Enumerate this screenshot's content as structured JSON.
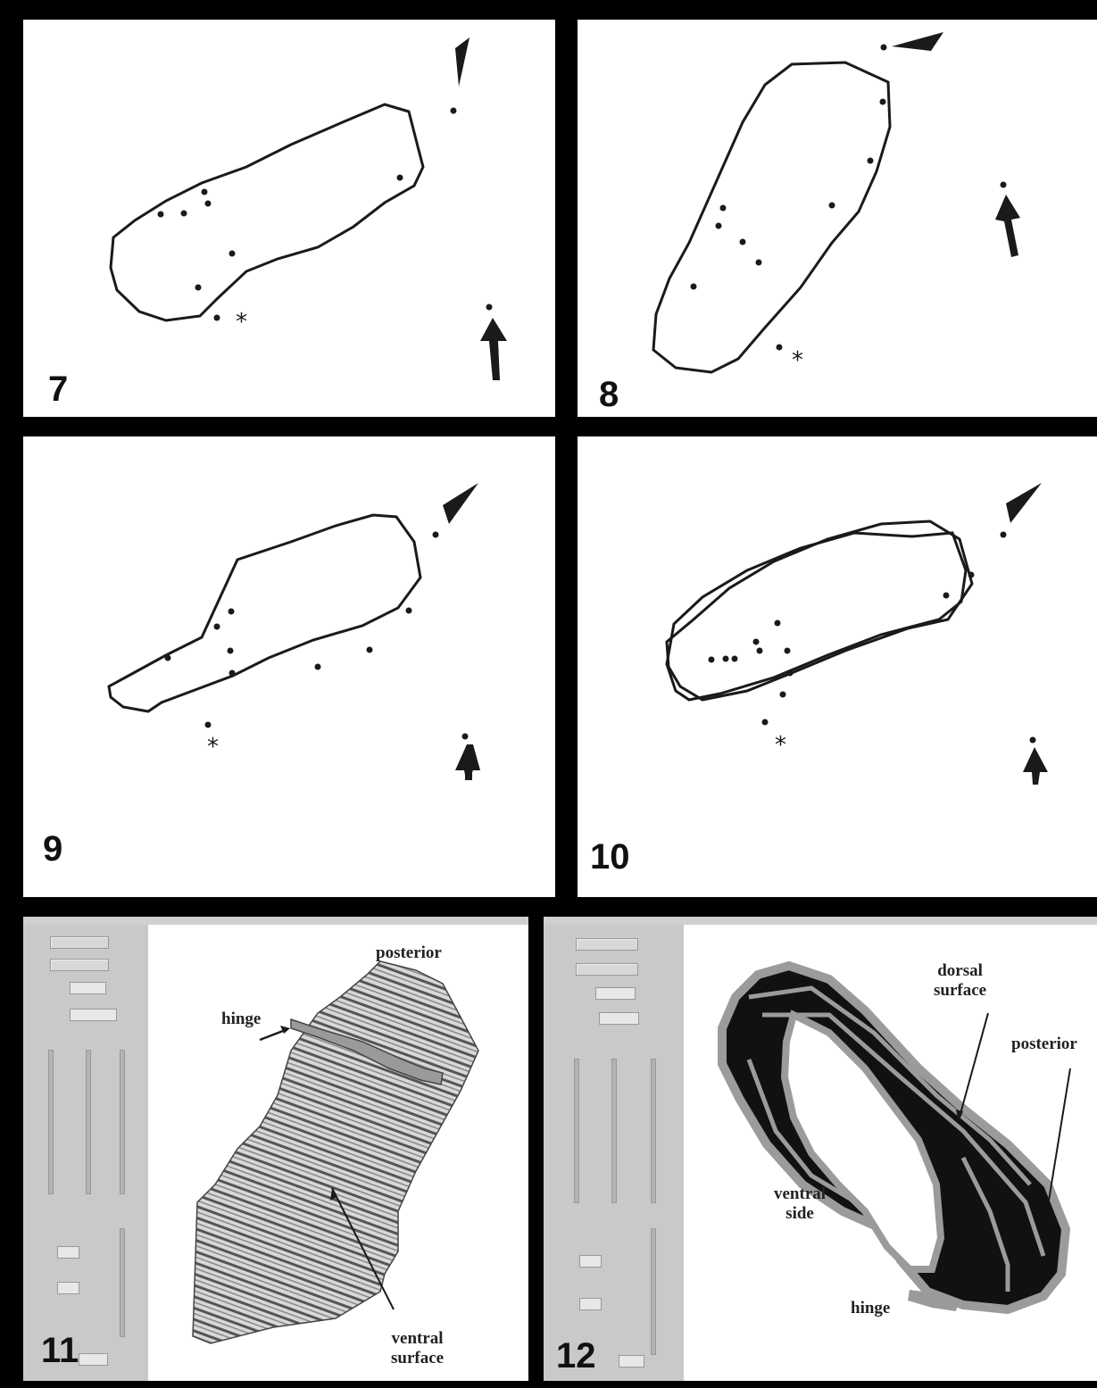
{
  "panels": {
    "p7": {
      "number": "7"
    },
    "p8": {
      "number": "8"
    },
    "p9": {
      "number": "9"
    },
    "p10": {
      "number": "10"
    },
    "p11": {
      "number": "11",
      "labels": {
        "posterior": "posterior",
        "hinge": "hinge",
        "ventral": "ventral\nsurface"
      }
    },
    "p12": {
      "number": "12",
      "labels": {
        "dorsal": "dorsal\nsurface",
        "posterior": "posterior",
        "ventral": "ventral\nside",
        "hinge": "hinge"
      }
    }
  },
  "markers": {
    "arrowhead": "arrowhead-marker",
    "arrow": "arrow-marker",
    "asterisk": "*"
  },
  "colors": {
    "outline": "#1a1a1a",
    "control_bg": "#c9c9c9",
    "render_fill": "#999999"
  }
}
